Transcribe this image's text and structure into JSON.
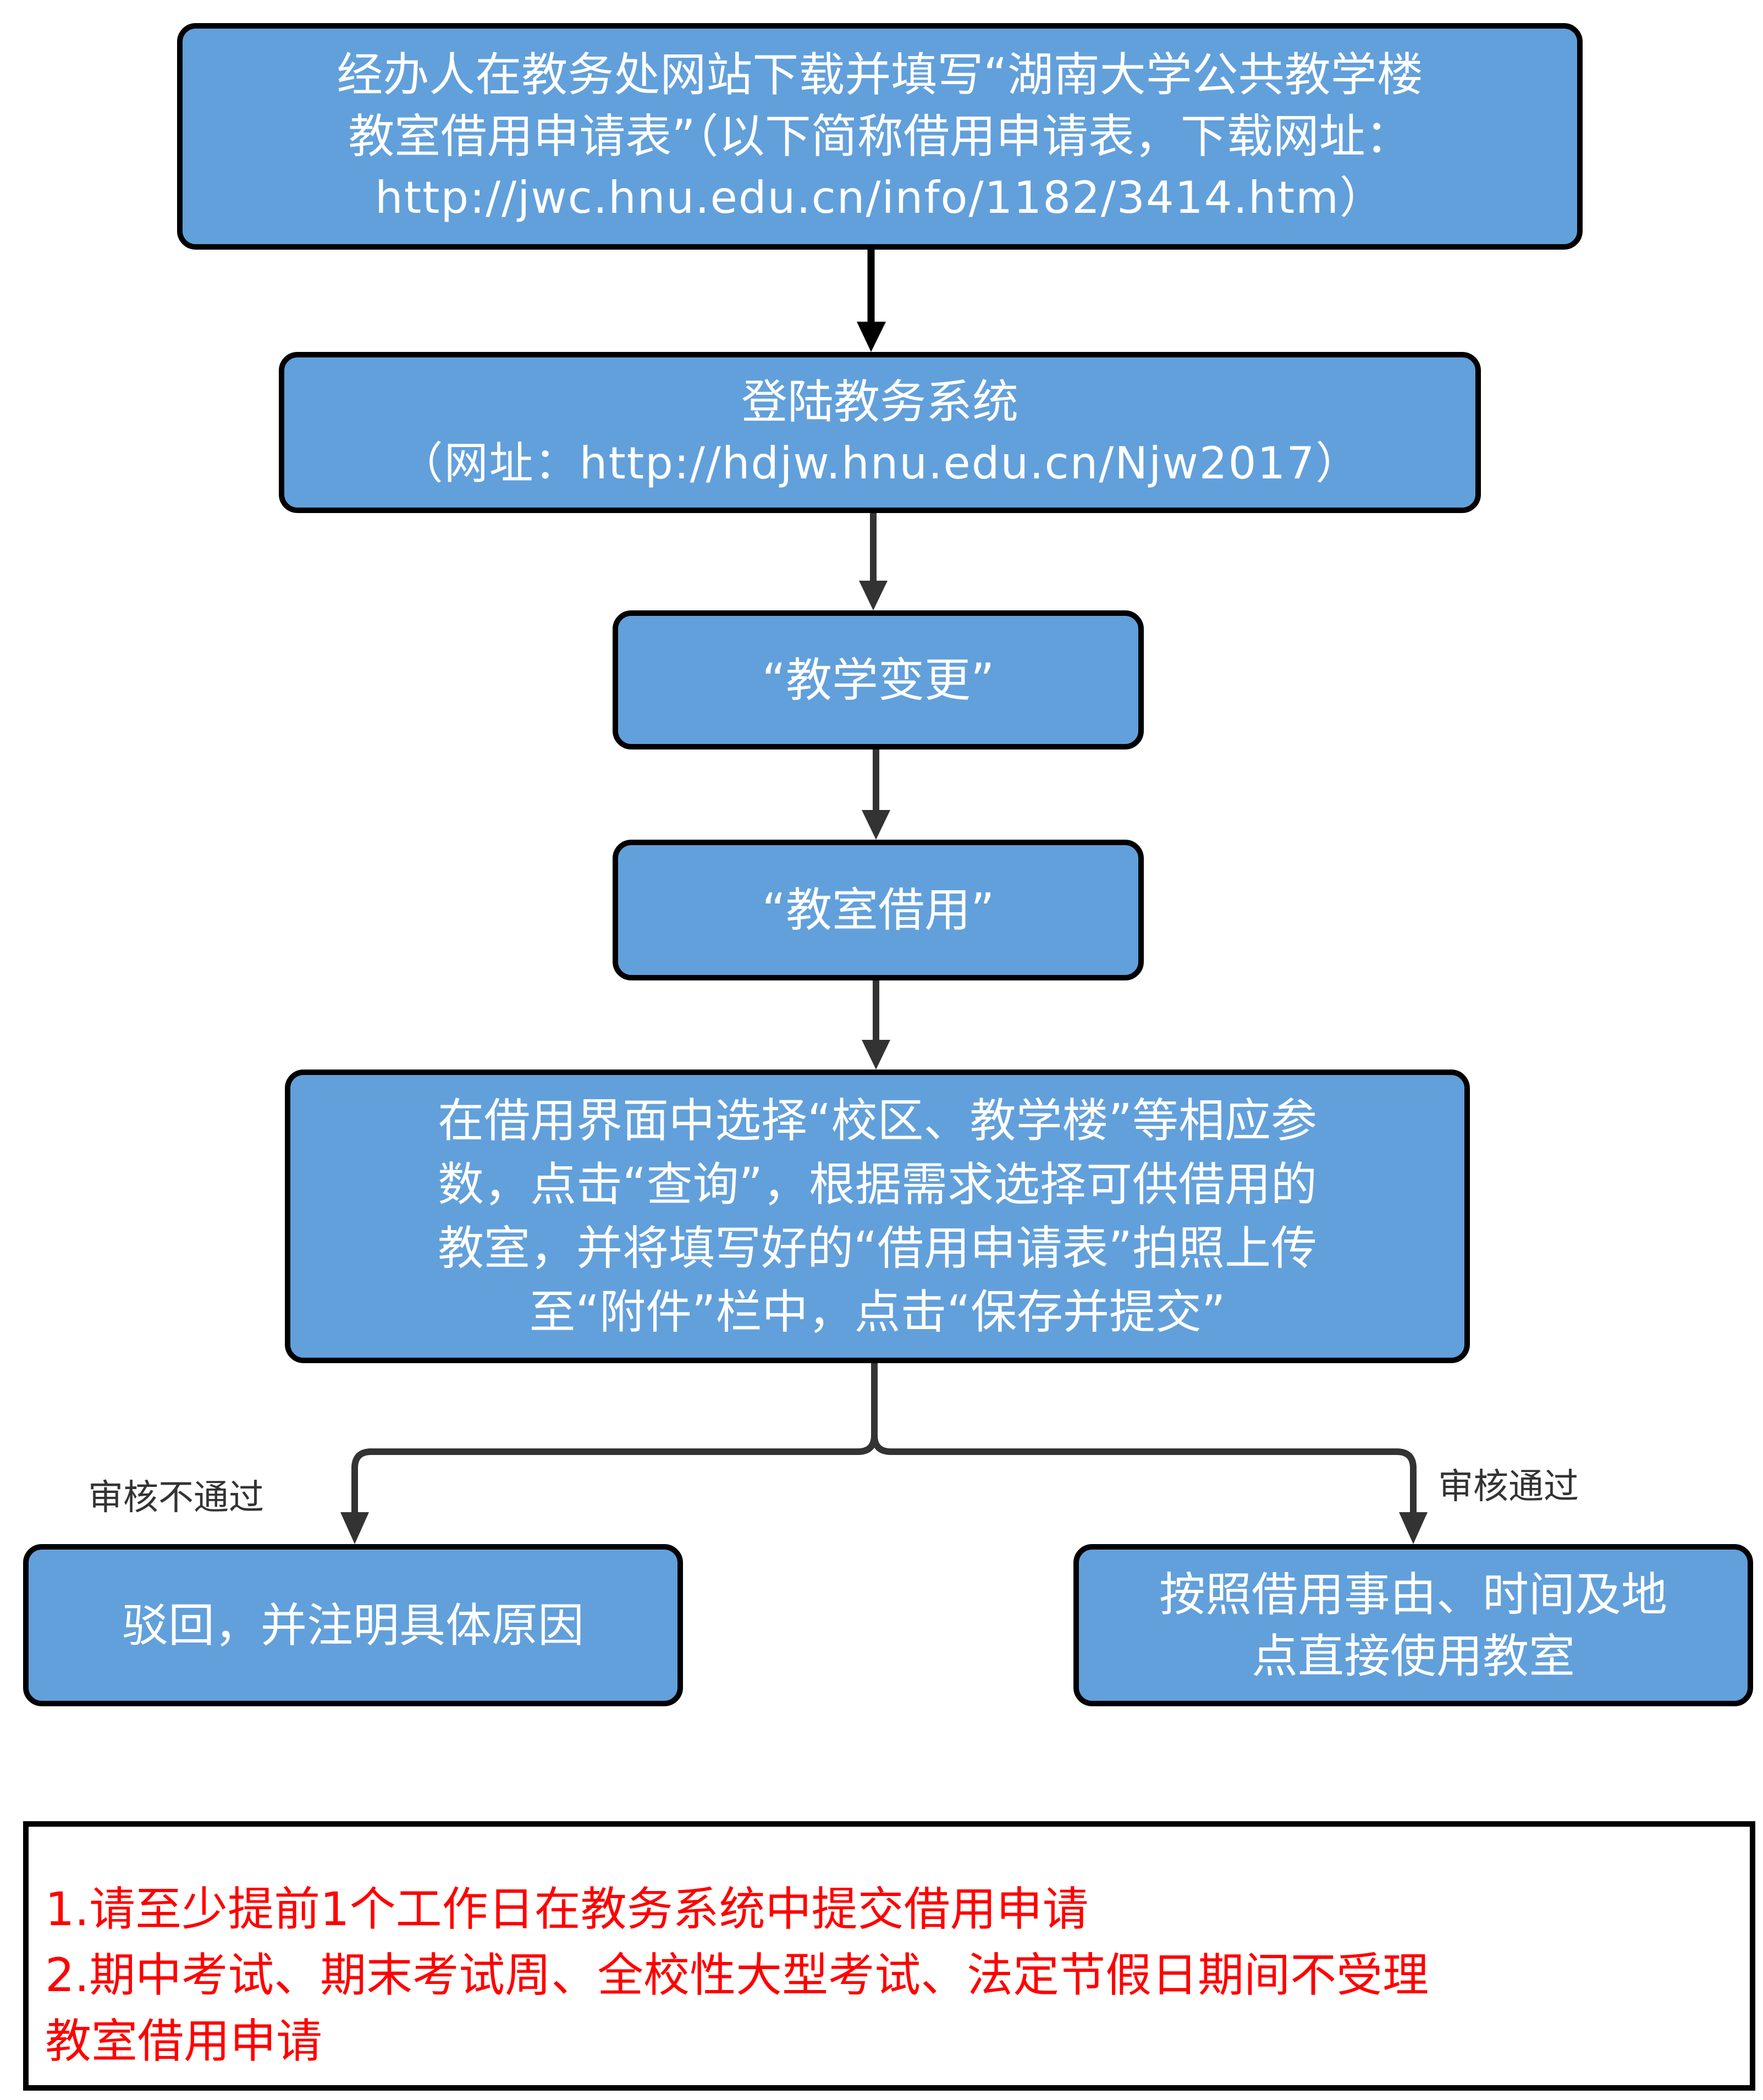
{
  "flowchart": {
    "steps": [
      {
        "line1": "经办人在教务处网站下载并填写“湖南大学公共教学楼",
        "line2": "教室借用申请表”（以下简称借用申请表，下载网址：",
        "line3": "http://jwc.hnu.edu.cn/info/1182/3414.htm）"
      },
      {
        "line1": "登陆教务系统",
        "line2": "（网址：http://hdjw.hnu.edu.cn/Njw2017）"
      },
      {
        "line1": "“教学变更”"
      },
      {
        "line1": "“教室借用”"
      },
      {
        "line1": "在借用界面中选择“校区、教学楼”等相应参",
        "line2": "数，点击“查询”，根据需求选择可供借用的",
        "line3": "教室，并将填写好的“借用申请表”拍照上传",
        "line4": "至“附件”栏中，点击“保存并提交”"
      }
    ],
    "branches": {
      "reject": {
        "label": "审核不通过",
        "result": "驳回，并注明具体原因"
      },
      "approve": {
        "label": "审核通过",
        "result_line1": "按照借用事由、时间及地",
        "result_line2": "点直接使用教室"
      }
    }
  },
  "notes": {
    "line1": "1.请至少提前1个工作日在教务系统中提交借用申请",
    "line2": "2.期中考试、期末考试周、全校性大型考试、法定节假日期间不受理",
    "line3": "教室借用申请"
  },
  "colors": {
    "box_fill": "#62a0db",
    "box_border": "#000000",
    "box_text": "#ffffff",
    "connector": "#333333",
    "note_text": "#ff0000"
  }
}
